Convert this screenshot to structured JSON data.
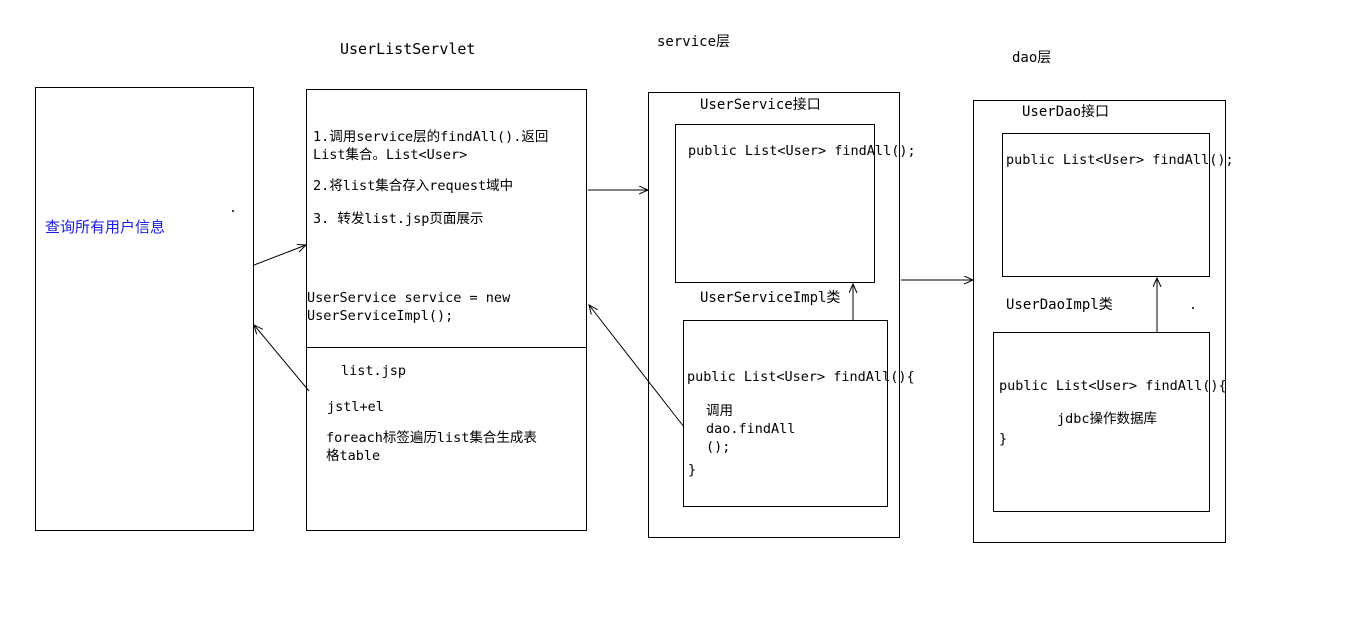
{
  "diagram": {
    "title_labels": {
      "servlet_layer": "UserListServlet",
      "service_layer": "service层",
      "dao_layer": "dao层"
    },
    "browser_box": {
      "label": "查询所有用户信息",
      "label_color": "#1a1ae6"
    },
    "servlet_box": {
      "steps": [
        "1.调用service层的findAll().返回\nList集合。List<User>",
        "2.将list集合存入request域中",
        "3. 转发list.jsp页面展示"
      ],
      "code": "UserService service = new\nUserServiceImpl();"
    },
    "jsp_box": {
      "title": "list.jsp",
      "tech": "jstl+el",
      "description": "foreach标签遍历list集合生成表\n格table"
    },
    "service_layer": {
      "interface_caption": "UserService接口",
      "interface_code": "public List<User> findAll();",
      "impl_caption": "UserServiceImpl类",
      "impl_code_sig": "public List<User> findAll(){",
      "impl_code_body": "调用\ndao.findAll\n();",
      "impl_code_close": "}"
    },
    "dao_layer": {
      "interface_caption": "UserDao接口",
      "interface_code": "public List<User> findAll();",
      "impl_caption": "UserDaoImpl类",
      "impl_code_sig": "public List<User> findAll(){",
      "impl_code_body": "jdbc操作数据库",
      "impl_code_close": "}"
    },
    "stroke_color": "#000000"
  }
}
